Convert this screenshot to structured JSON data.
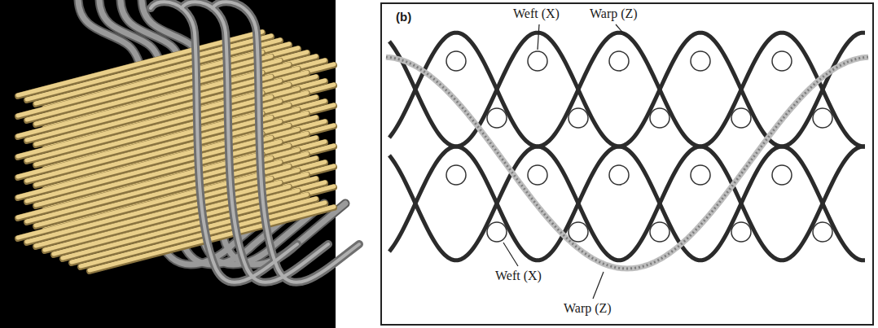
{
  "diagram": {
    "labels": [
      "(b)",
      "Weft (X)",
      "Warp (Z)",
      "Weft (X)",
      "Warp (Z)"
    ]
  }
}
